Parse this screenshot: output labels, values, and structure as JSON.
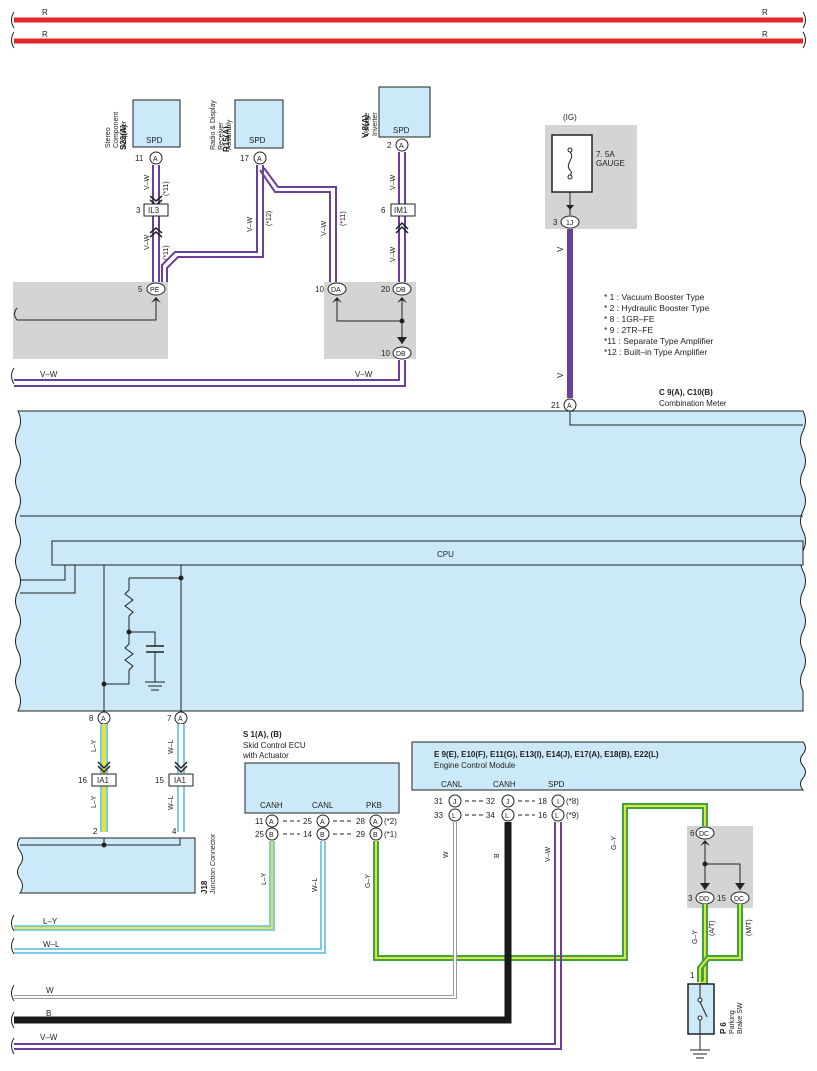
{
  "colors": {
    "wire_red": "#e3262b",
    "wire_purple": "#6b3f98",
    "wire_light_blue": "#7ecbe8",
    "wire_yellow": "#e5e23a",
    "wire_green": "#3aa544",
    "wire_black": "#1a1a1a",
    "wire_white_outline": "#9a9a9a",
    "module_fill": "#cbe9f8",
    "junction_fill": "#d4d4d4"
  },
  "top_wires": {
    "r_left": "R",
    "r_right": "R"
  },
  "components": {
    "s23": {
      "code": "S23(A)",
      "name_lines": [
        "Stereo",
        "Component",
        "Amplifier"
      ],
      "pin_label": "SPD",
      "pin": "11",
      "conn": "A"
    },
    "r15": {
      "code": "R15(A)",
      "name_lines": [
        "Radio & Display",
        "Receiver",
        "Assembly"
      ],
      "pin_label": "SPD",
      "pin": "17",
      "conn": "A"
    },
    "v8": {
      "code": "V 8(A)",
      "name_lines": [
        "Voltage",
        "Inverter"
      ],
      "pin_label": "SPD",
      "pin": "2",
      "conn": "A"
    },
    "fuse": {
      "tag": "(IG)",
      "rating": "7. 5A",
      "name": "GAUGE",
      "pin": "3",
      "conn": "1J"
    }
  },
  "wire_labels": {
    "vw": "V–W",
    "v": "V",
    "ly": "L–Y",
    "wl": "W–L",
    "gy": "G–Y",
    "w": "W",
    "b": "B",
    "r": "R",
    "n11": "(*11)",
    "n12": "(*12)",
    "a1": "(A/T)",
    "m1": "(M/T)"
  },
  "connectors": {
    "il3": {
      "pin": "3",
      "label": "IL3"
    },
    "im1": {
      "pin": "6",
      "label": "IM1"
    },
    "pe": {
      "pin": "5",
      "label": "PE"
    },
    "da": {
      "pin": "10",
      "label": "DA"
    },
    "db1": {
      "pin": "20",
      "label": "DB"
    },
    "db2": {
      "pin": "10",
      "label": "DB"
    },
    "ia1a": {
      "pin": "16",
      "label": "IA1"
    },
    "ia1b": {
      "pin": "15",
      "label": "IA1"
    }
  },
  "notes": [
    "* 1 : Vacuum Booster Type",
    "* 2 : Hydraulic Booster Type",
    "* 8 : 1GR–FE",
    "* 9 : 2TR–FE",
    "*11 : Separate Type Amplifier",
    "*12 : Built–in Type Amplifier"
  ],
  "combination_meter": {
    "code": "C 9(A), C10(B)",
    "name": "Combination Meter",
    "pin_top": "21",
    "pin_top_conn": "A",
    "cpu_label": "CPU",
    "pin_left": "8",
    "pin_left_conn": "A",
    "pin_right": "7",
    "pin_right_conn": "A"
  },
  "junction_connector": {
    "code": "J18",
    "name": "Junction Connector",
    "pin_a": "2",
    "pin_b": "4"
  },
  "skid_control": {
    "code": "S 1(A), (B)",
    "name_lines": [
      "Skid Control ECU",
      "with Actuator"
    ],
    "labels": {
      "canh": "CANH",
      "canl": "CANL",
      "pkb": "PKB"
    },
    "pins": [
      {
        "num": "11",
        "conn": "A"
      },
      {
        "num": "25",
        "conn": "B"
      },
      {
        "num": "25",
        "conn": "A"
      },
      {
        "num": "14",
        "conn": "B"
      },
      {
        "num": "28",
        "conn": "A",
        "note": "(*2)"
      },
      {
        "num": "29",
        "conn": "B",
        "note": "(*1)"
      }
    ]
  },
  "ecm": {
    "code": "E 9(E), E10(F), E11(G), E13(I), E14(J), E17(A), E18(B), E22(L)",
    "name": "Engine Control Module",
    "labels": {
      "canl": "CANL",
      "canh": "CANH",
      "spd": "SPD"
    },
    "pins": [
      {
        "num": "31",
        "conn": "J"
      },
      {
        "num": "33",
        "conn": "L"
      },
      {
        "num": "32",
        "conn": "J"
      },
      {
        "num": "34",
        "conn": "L"
      },
      {
        "num": "18",
        "conn": "I",
        "note": "(*8)"
      },
      {
        "num": "16",
        "conn": "L",
        "note": "(*9)"
      }
    ]
  },
  "junction_dc": {
    "pin_in": "6",
    "label_in": "DC",
    "pin_dd": "3",
    "label_dd": "DD",
    "pin_dc": "15",
    "label_dc": "DC"
  },
  "parking_brake": {
    "code": "P 6",
    "name_lines": [
      "Parking",
      "Brake SW"
    ],
    "pin": "1"
  }
}
